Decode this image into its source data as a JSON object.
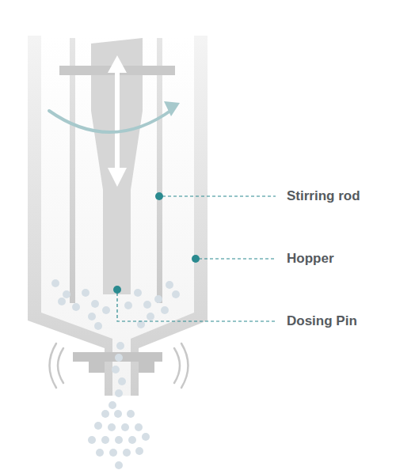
{
  "diagram": {
    "labels": [
      "Stirring rod",
      "Hopper",
      "Dosing Pin"
    ]
  }
}
